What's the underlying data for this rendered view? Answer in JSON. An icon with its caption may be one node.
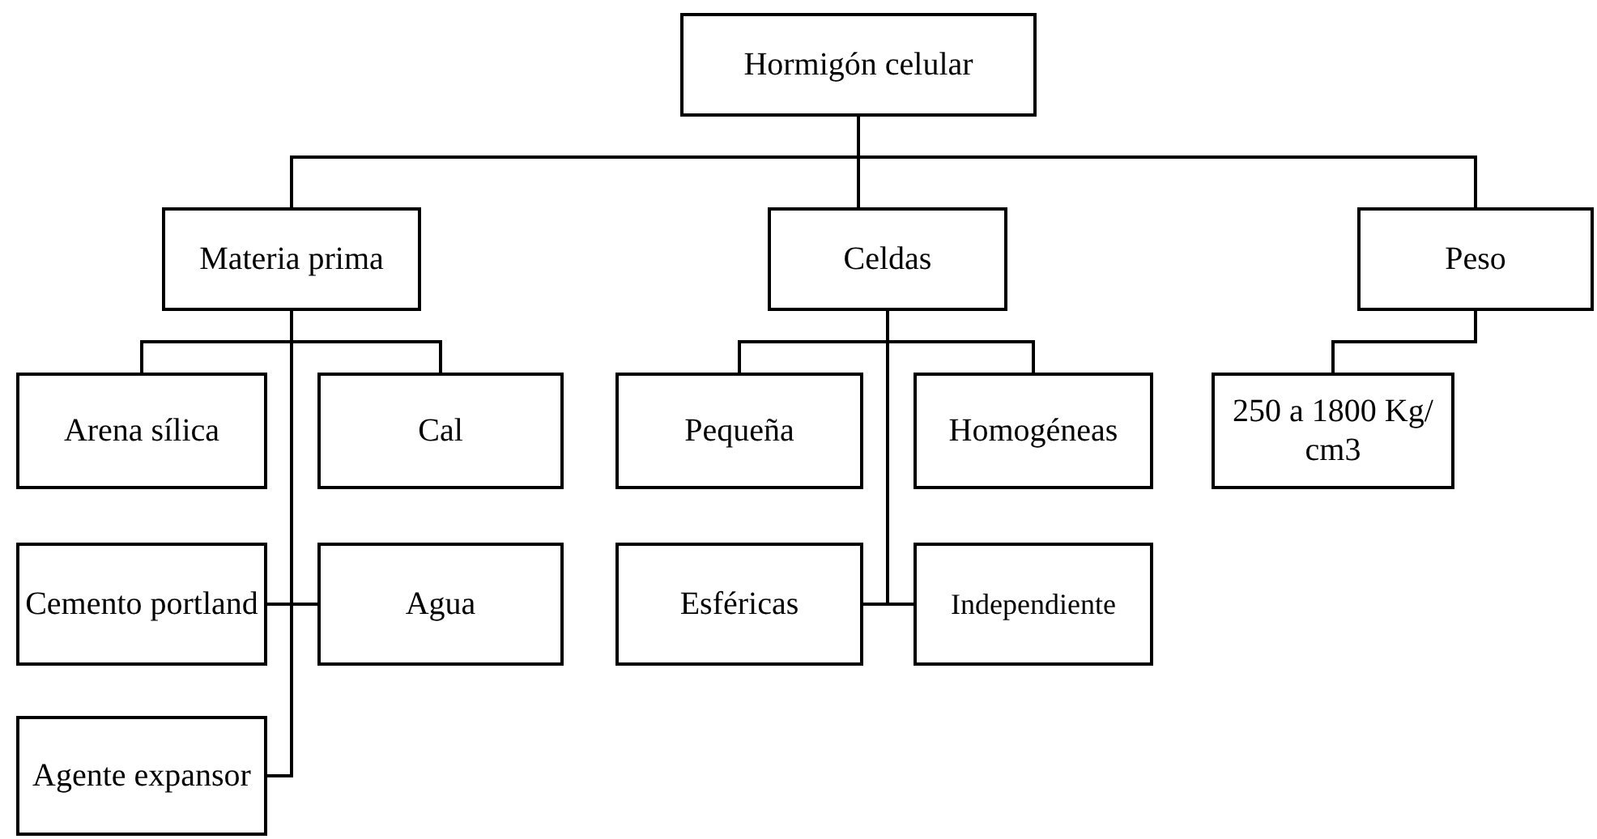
{
  "diagram": {
    "nodes": [
      {
        "text": [
          "Hormigón celular"
        ]
      },
      {
        "text": [
          "Materia prima"
        ]
      },
      {
        "text": [
          "Celdas"
        ]
      },
      {
        "text": [
          "Peso"
        ]
      },
      {
        "text": [
          "Arena sílica"
        ]
      },
      {
        "text": [
          "Cal"
        ]
      },
      {
        "text": [
          "Cemento portland"
        ]
      },
      {
        "text": [
          "Agua"
        ]
      },
      {
        "text": [
          "Agente expansor"
        ]
      },
      {
        "text": [
          "Pequeña"
        ]
      },
      {
        "text": [
          "Homogéneas"
        ]
      },
      {
        "text": [
          "Esféricas"
        ]
      },
      {
        "text": [
          "Independiente"
        ]
      },
      {
        "text": [
          "250 a 1800 Kg/ cm3"
        ]
      }
    ],
    "edges": [
      {
        "from": 0,
        "to": 1,
        "arrow": "none"
      },
      {
        "from": 0,
        "to": 2,
        "arrow": "none"
      },
      {
        "from": 0,
        "to": 3,
        "arrow": "none"
      },
      {
        "from": 1,
        "to": 4,
        "arrow": "none"
      },
      {
        "from": 1,
        "to": 5,
        "arrow": "none"
      },
      {
        "from": 1,
        "to": 6,
        "arrow": "none"
      },
      {
        "from": 1,
        "to": 7,
        "arrow": "none"
      },
      {
        "from": 1,
        "to": 8,
        "arrow": "none"
      },
      {
        "from": 2,
        "to": 9,
        "arrow": "none"
      },
      {
        "from": 2,
        "to": 10,
        "arrow": "none"
      },
      {
        "from": 2,
        "to": 11,
        "arrow": "none"
      },
      {
        "from": 2,
        "to": 12,
        "arrow": "none"
      },
      {
        "from": 3,
        "to": 13,
        "arrow": "none"
      }
    ]
  }
}
